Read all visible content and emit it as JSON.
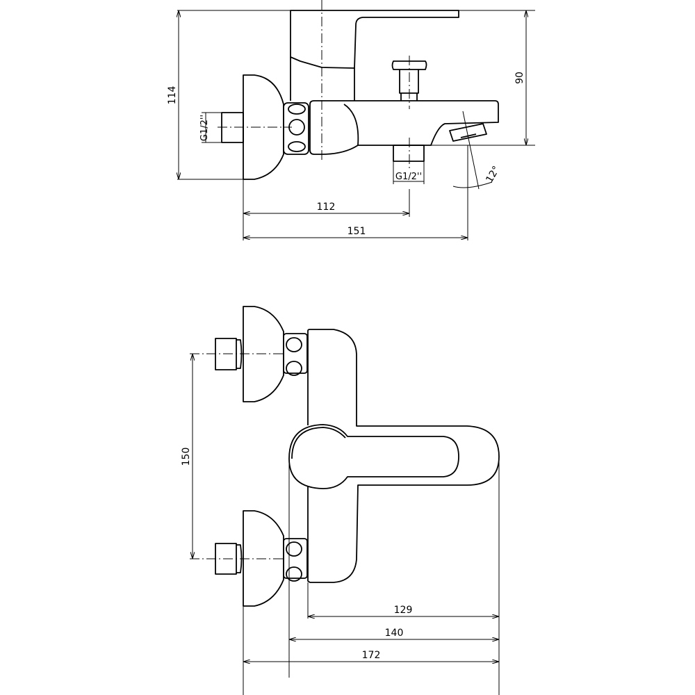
{
  "side_view": {
    "height_total": "114",
    "height_spout": "90",
    "inlet_thread": "G1/2''",
    "outlet_thread": "G1/2''",
    "spout_angle": "12°",
    "depth_outlet": "112",
    "depth_total": "151"
  },
  "front_view": {
    "inlet_spacing": "150",
    "width_body": "129",
    "width_handle": "140",
    "width_total": "172"
  }
}
